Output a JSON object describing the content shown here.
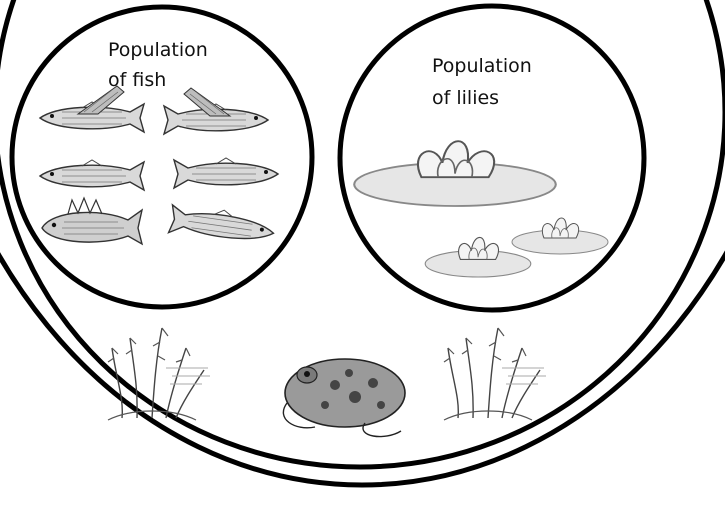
{
  "fish_population": {
    "label_line1": "Population",
    "label_line2": "of fish",
    "organisms": [
      "flying-fish-icon",
      "flying-fish-icon",
      "fish-icon",
      "fish-icon",
      "spiny-fish-icon",
      "fish-icon"
    ]
  },
  "lily_population": {
    "label_line1": "Population",
    "label_line2": "of lilies",
    "organisms": [
      "water-lily-icon",
      "water-lily-icon",
      "water-lily-icon"
    ]
  },
  "community": {
    "organisms": [
      "reed-plant-icon",
      "frog-icon",
      "reed-plant-icon"
    ]
  },
  "colors": {
    "outline": "#000000",
    "background": "#ffffff",
    "sketch": "#555555"
  }
}
